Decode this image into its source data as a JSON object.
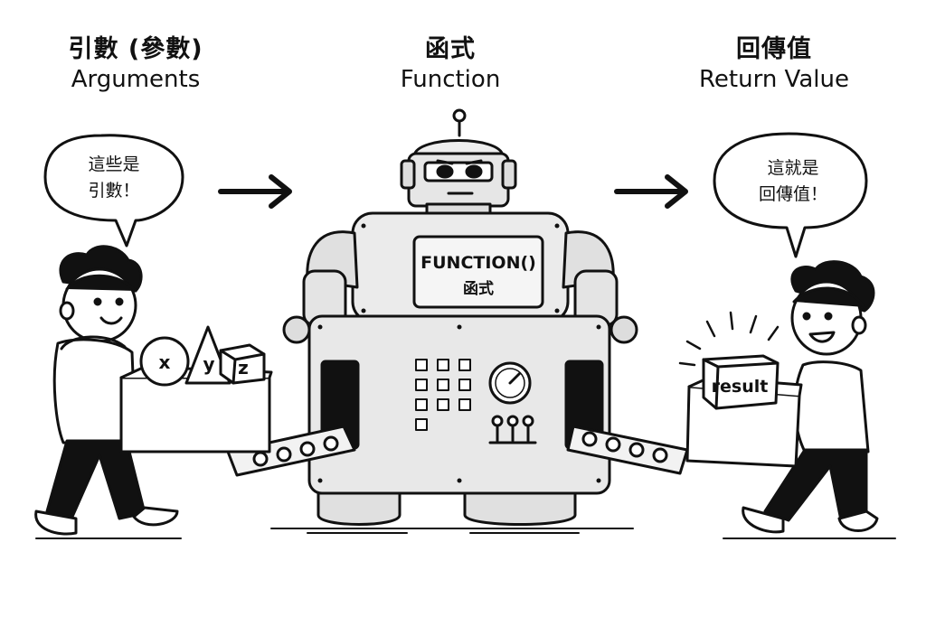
{
  "columns": {
    "arguments": {
      "title_zh": "引數 (參數)",
      "title_en": "Arguments"
    },
    "function": {
      "title_zh": "函式",
      "title_en": "Function"
    },
    "return_value": {
      "title_zh": "回傳值",
      "title_en": "Return Value"
    }
  },
  "bubbles": {
    "left": {
      "line1": "這些是",
      "line2": "引數！"
    },
    "right": {
      "line1": "這就是",
      "line2": "回傳值！"
    }
  },
  "robot": {
    "panel_line1": "FUNCTION()",
    "panel_line2": "函式"
  },
  "input_box": {
    "labels": [
      "x",
      "y",
      "z"
    ]
  },
  "output_box": {
    "label": "result"
  },
  "colors": {
    "ink": "#111111",
    "paper": "#ffffff",
    "metal": "#e6e6e6"
  }
}
